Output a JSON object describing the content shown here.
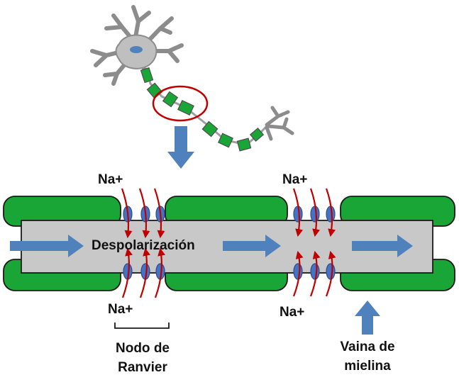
{
  "labels": {
    "na_top_left": "Na+",
    "na_top_right": "Na+",
    "na_bottom_left": "Na+",
    "na_bottom_right": "Na+",
    "depolarization": "Despolarización",
    "node_line1": "Nodo de",
    "node_line2": "Ranvier",
    "sheath_line1": "Vaina de",
    "sheath_line2": "mielina"
  },
  "colors": {
    "myelin": "#1aa637",
    "axon": "#c8c8c8",
    "outline": "#1a1a1a",
    "arrow": "#4f81bd",
    "channel": "#4472c4",
    "ion_arrow": "#c00000",
    "magnifier": "#c00000"
  }
}
